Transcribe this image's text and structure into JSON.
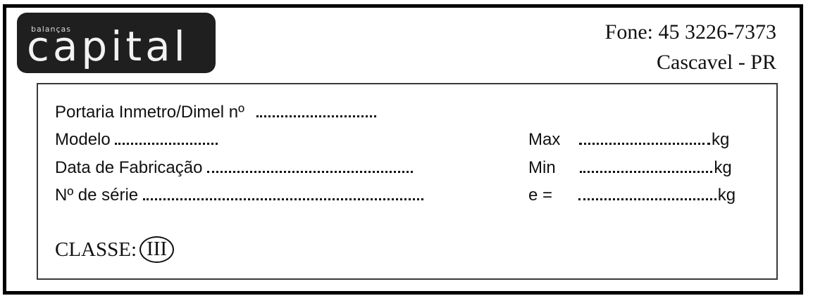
{
  "header": {
    "logo": {
      "tagline": "balanças",
      "word": "capital"
    },
    "phone": "Fone: 45 3226-7373",
    "city": "Cascavel - PR"
  },
  "fields": {
    "portaria_label": "Portaria Inmetro/Dimel nº",
    "modelo_label": "Modelo",
    "data_fabricacao_label": "Data de Fabricação",
    "numero_serie_label": "Nº de série",
    "max_label": "Max",
    "min_label": "Min",
    "e_label": "e =",
    "unit": "kg"
  },
  "classe": {
    "label": "CLASSE:",
    "value": "III"
  }
}
